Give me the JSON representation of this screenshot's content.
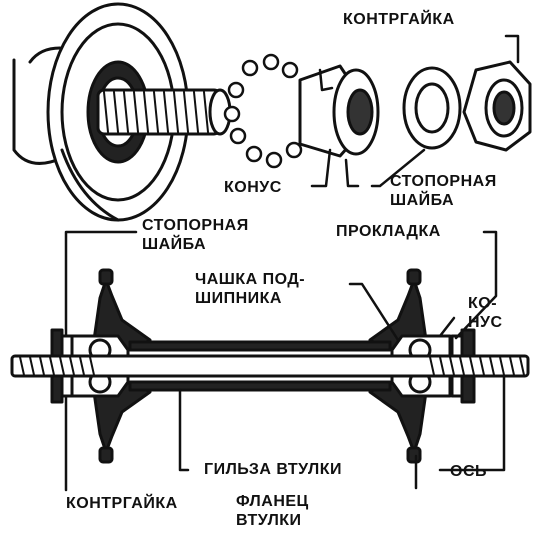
{
  "labels": {
    "kontrgaika_top": "КОНТРГАЙКА",
    "konus_top": "КОНУС",
    "stopornaya_shaiba_top": {
      "line1": "СТОПОРНАЯ",
      "line2": "ШАЙБА"
    },
    "stopornaya_shaiba_left": {
      "line1": "СТОПОРНАЯ",
      "line2": "ШАЙБА"
    },
    "prokladka": "ПРОКЛАДКА",
    "chashka_podshipnika": {
      "line1": "ЧАШКА ПОД-",
      "line2": "ШИПНИКА"
    },
    "konus_right": {
      "line1": "КО-",
      "line2": "НУС"
    },
    "gilza_vtulki": "ГИЛЬЗА ВТУЛКИ",
    "os": "ОСЬ",
    "kontrgaika_bottom": "КОНТРГАЙКА",
    "flanec_vtulki": {
      "line1": "ФЛАНЕЦ",
      "line2": "ВТУЛКИ"
    }
  },
  "colors": {
    "ink": "#111111",
    "paper": "#ffffff"
  }
}
